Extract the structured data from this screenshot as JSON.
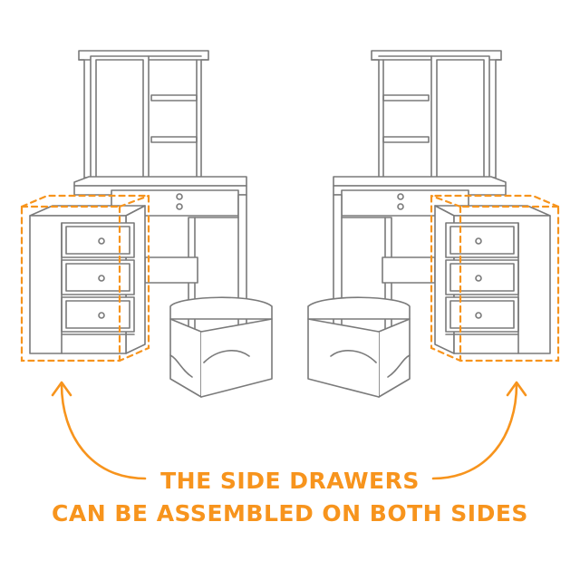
{
  "caption": {
    "line1": "THE SIDE DRAWERS",
    "line2": "CAN BE ASSEMBLED ON BOTH SIDES"
  },
  "colors": {
    "accent": "#F7941D",
    "line": "#7a7a7a",
    "background": "#ffffff"
  },
  "illustration": {
    "left_configuration": "side-drawers-on-left",
    "right_configuration": "side-drawers-on-right",
    "arrow_icons": [
      "curved-arrow-left-icon",
      "curved-arrow-right-icon"
    ]
  }
}
